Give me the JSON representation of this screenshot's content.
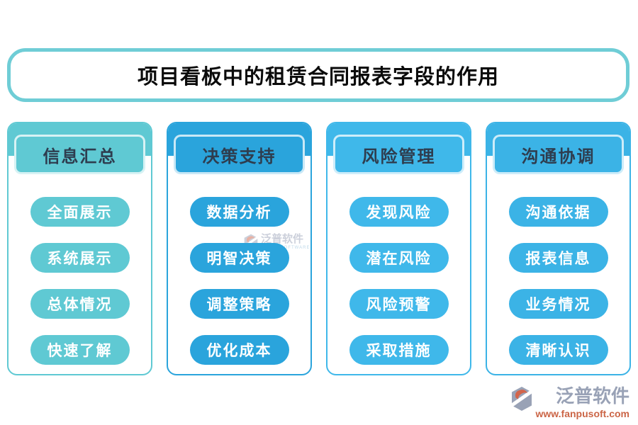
{
  "title": "项目看板中的租赁合同报表字段的作用",
  "title_border_color": "#6FCDD6",
  "header_text_color": "#2E3D4F",
  "columns": [
    {
      "header": "信息汇总",
      "color": "#5FC9D3",
      "items": [
        "全面展示",
        "系统展示",
        "总体情况",
        "快速了解"
      ]
    },
    {
      "header": "决策支持",
      "color": "#2AA4DC",
      "items": [
        "数据分析",
        "明智决策",
        "调整策略",
        "优化成本"
      ]
    },
    {
      "header": "风险管理",
      "color": "#3FB8EA",
      "items": [
        "发现风险",
        "潜在风险",
        "风险预警",
        "采取措施"
      ]
    },
    {
      "header": "沟通协调",
      "color": "#3BB3E6",
      "items": [
        "沟通依据",
        "报表信息",
        "业务情况",
        "清晰认识"
      ]
    }
  ],
  "watermark": {
    "text": "泛普软件",
    "subtext": "FANPU SOFTWARE"
  },
  "footer": {
    "brand": "泛普软件",
    "url": "www.fanpusoft.com",
    "brand_color": "#99A2B6",
    "url_color": "#CB6546"
  }
}
